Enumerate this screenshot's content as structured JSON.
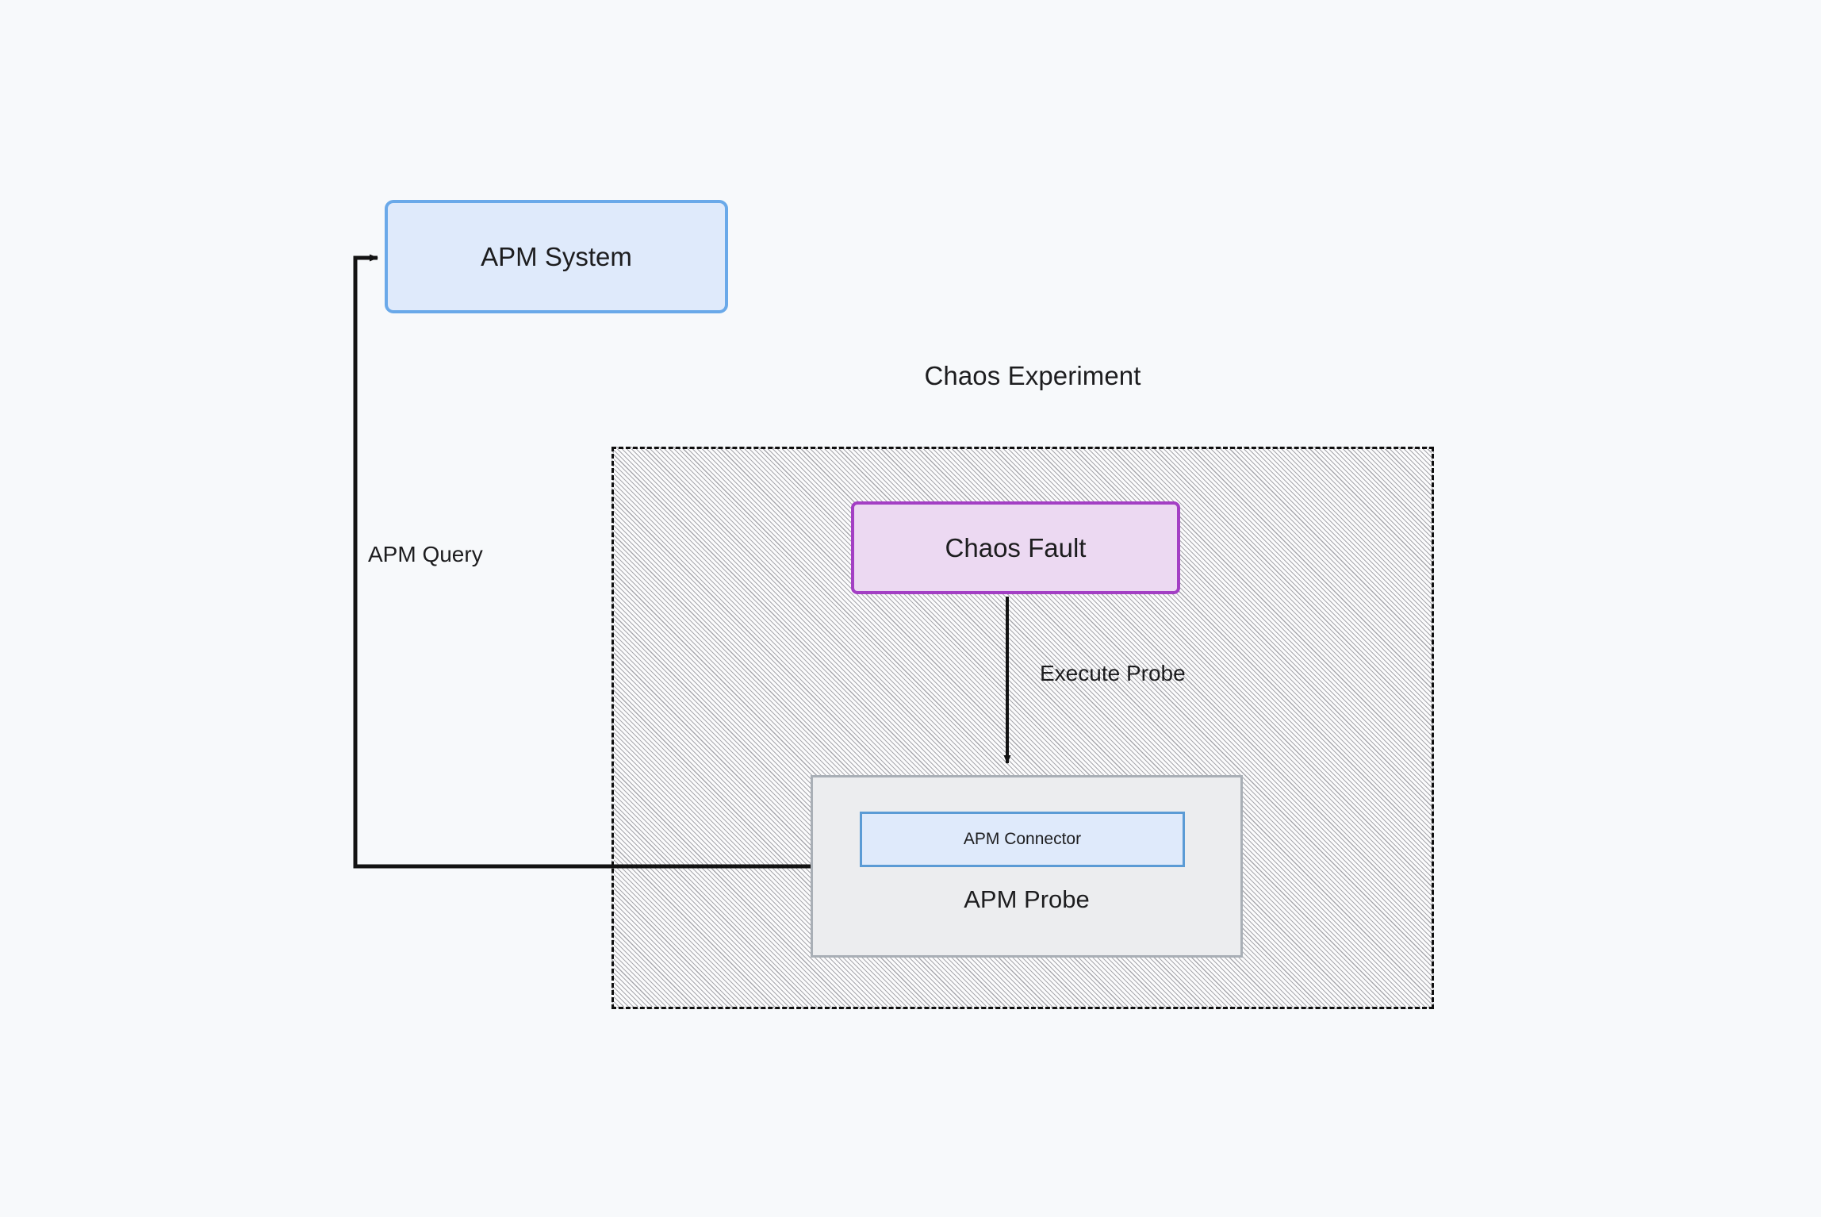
{
  "diagram": {
    "background_color": "#f7f9fb",
    "cluster": {
      "title": "Chaos Experiment",
      "border_style": "dashed",
      "border_color": "#0f0f0f",
      "fill_pattern": "diagonal-hatch"
    },
    "nodes": [
      {
        "id": "apm-system",
        "label": "APM System",
        "fill": "#dfeafb",
        "stroke": "#6aa9e9"
      },
      {
        "id": "chaos-fault",
        "label": "Chaos Fault",
        "fill": "#ecd9f2",
        "stroke": "#a33fc4"
      },
      {
        "id": "apm-probe",
        "label": "APM Probe",
        "fill": "#ecedef",
        "stroke": "#a9afb6"
      },
      {
        "id": "apm-connector",
        "label": "APM Connector",
        "fill": "#dfeafb",
        "stroke": "#5b9bd5"
      }
    ],
    "edges": [
      {
        "id": "execute-probe",
        "label": "Execute Probe",
        "from": "chaos-fault",
        "to": "apm-probe",
        "arrow": "end"
      },
      {
        "id": "apm-query",
        "label": "APM Query",
        "from": "apm-probe",
        "to": "apm-system",
        "arrow": "end"
      }
    ]
  }
}
